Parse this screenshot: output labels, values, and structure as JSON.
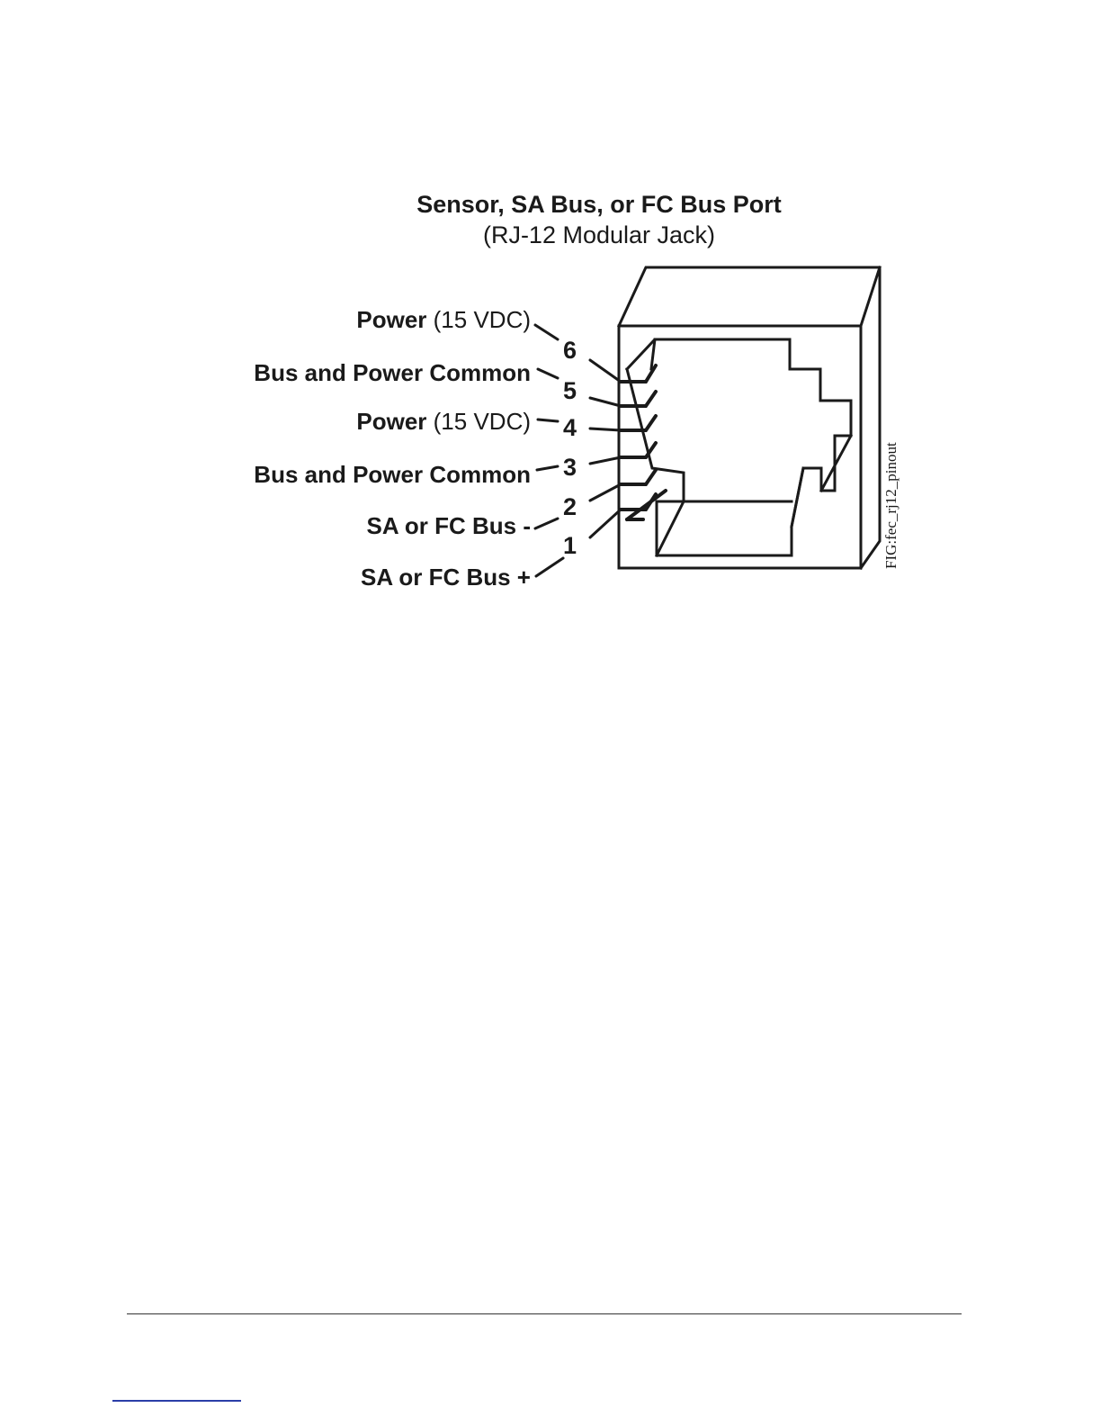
{
  "figure": {
    "title": "Sensor, SA Bus, or FC Bus Port",
    "subtitle": "(RJ-12 Modular Jack)",
    "figure_id": "FIG:fec_rj12_pinout"
  },
  "pins": [
    {
      "number": "6",
      "label_bold": "Power",
      "label_regular": " (15 VDC)"
    },
    {
      "number": "5",
      "label_bold": "Bus and Power Common",
      "label_regular": ""
    },
    {
      "number": "4",
      "label_bold": "Power",
      "label_regular": " (15 VDC)"
    },
    {
      "number": "3",
      "label_bold": "Bus and Power Common",
      "label_regular": ""
    },
    {
      "number": "2",
      "label_bold": "SA or FC Bus -",
      "label_regular": ""
    },
    {
      "number": "1",
      "label_bold": "SA or FC Bus +",
      "label_regular": ""
    }
  ],
  "colors": {
    "line": "#1a1a1a",
    "footer_link": "#2b3ea8"
  }
}
